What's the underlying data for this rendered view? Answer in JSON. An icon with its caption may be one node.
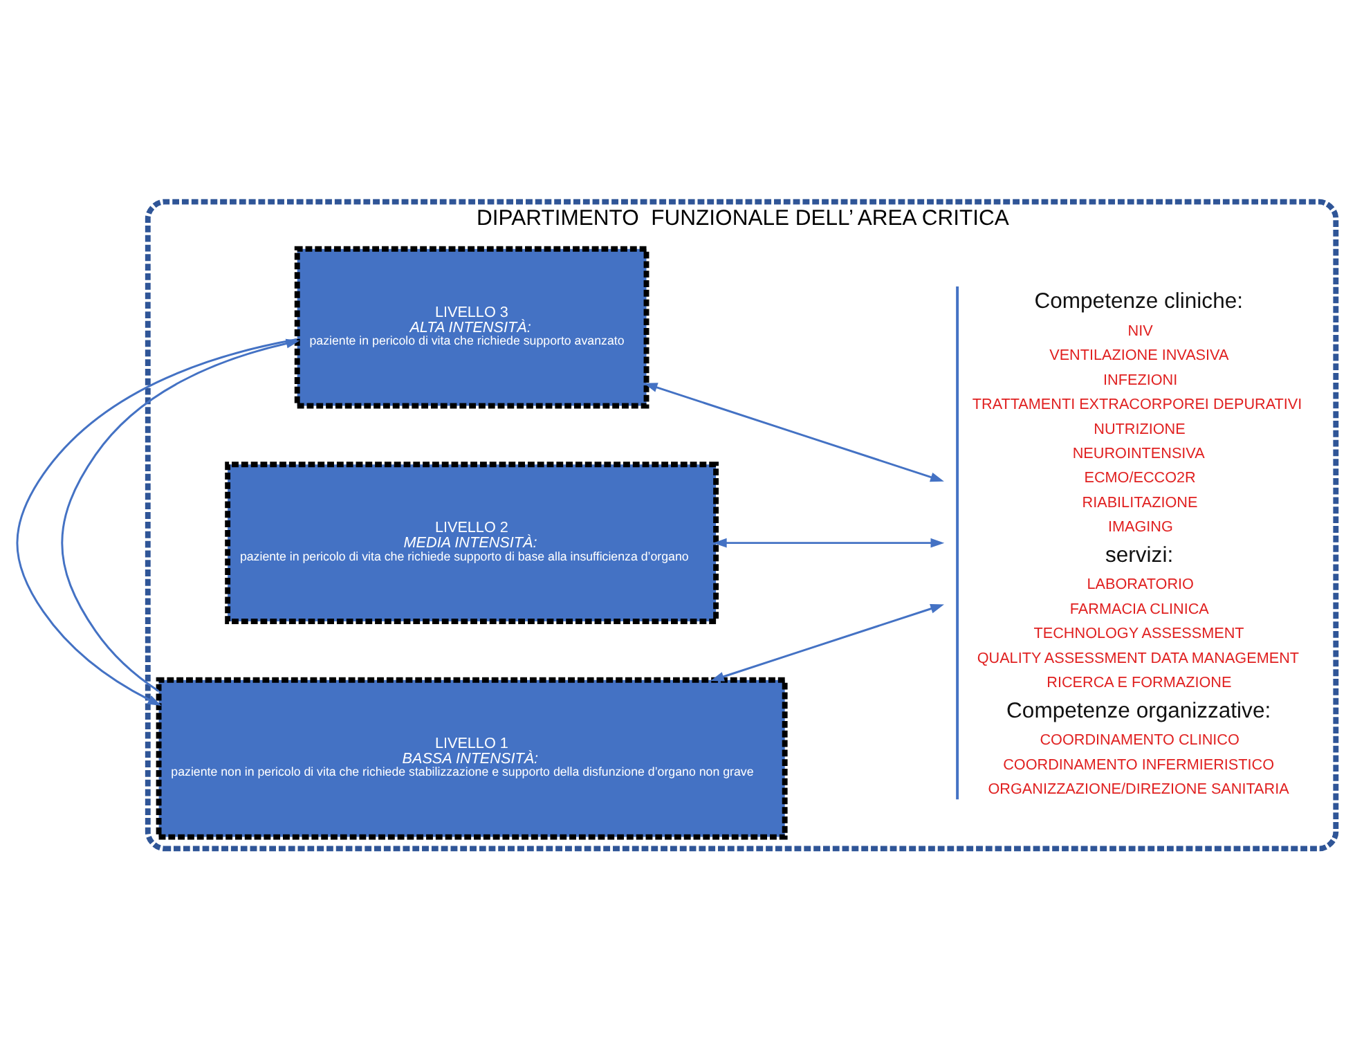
{
  "diagram": {
    "nodes": [
      {
        "text": [
          "DIPARTIMENTO  FUNZIONALE DELL’ AREA CRITICA"
        ]
      },
      {
        "text": [
          "LIVELLO 1",
          "BASSA INTENSITÀ:",
          "paziente non in pericolo di vita che richiede stabilizzazione e supporto della disfunzione d’organo non grave"
        ],
        "in": 0
      },
      {
        "text": [
          "LIVELLO 2",
          "MEDIA INTENSITÀ:",
          "paziente in pericolo di vita che richiede supporto di base alla insufficienza d’organo"
        ],
        "in": 0
      },
      {
        "text": [
          "LIVELLO 3",
          "ALTA INTENSITÀ:",
          "paziente in pericolo di vita che richiede supporto avanzato"
        ],
        "in": 0
      },
      {
        "text": [
          "Competenze cliniche:",
          "NIV",
          "VENTILAZIONE INVASIVA",
          "INFEZIONI",
          "TRATTAMENTI EXTRACORPOREI DEPURATIVI",
          "NUTRIZIONE",
          "NEUROINTENSIVA",
          "ECMO/ECCO2R",
          "RIABILITAZIONE",
          "IMAGING",
          "servizi:",
          "LABORATORIO",
          "FARMACIA CLINICA",
          "TECHNOLOGY ASSESSMENT",
          "QUALITY ASSESSMENT DATA MANAGEMENT",
          "RICERCA E FORMAZIONE",
          "Competenze organizzative:",
          "COORDINAMENTO CLINICO",
          "COORDINAMENTO INFERMIERISTICO",
          "ORGANIZZAZIONE/DIREZIONE SANITARIA"
        ],
        "in": 0
      }
    ],
    "edges": [
      {
        "from": 1,
        "to": 3,
        "arrow": "to"
      },
      {
        "from": 3,
        "to": 1,
        "arrow": "to"
      },
      {
        "from": 1,
        "to": 4,
        "arrow": "both"
      },
      {
        "from": 2,
        "to": 4,
        "arrow": "both"
      },
      {
        "from": 3,
        "to": 4,
        "arrow": "both"
      }
    ]
  }
}
